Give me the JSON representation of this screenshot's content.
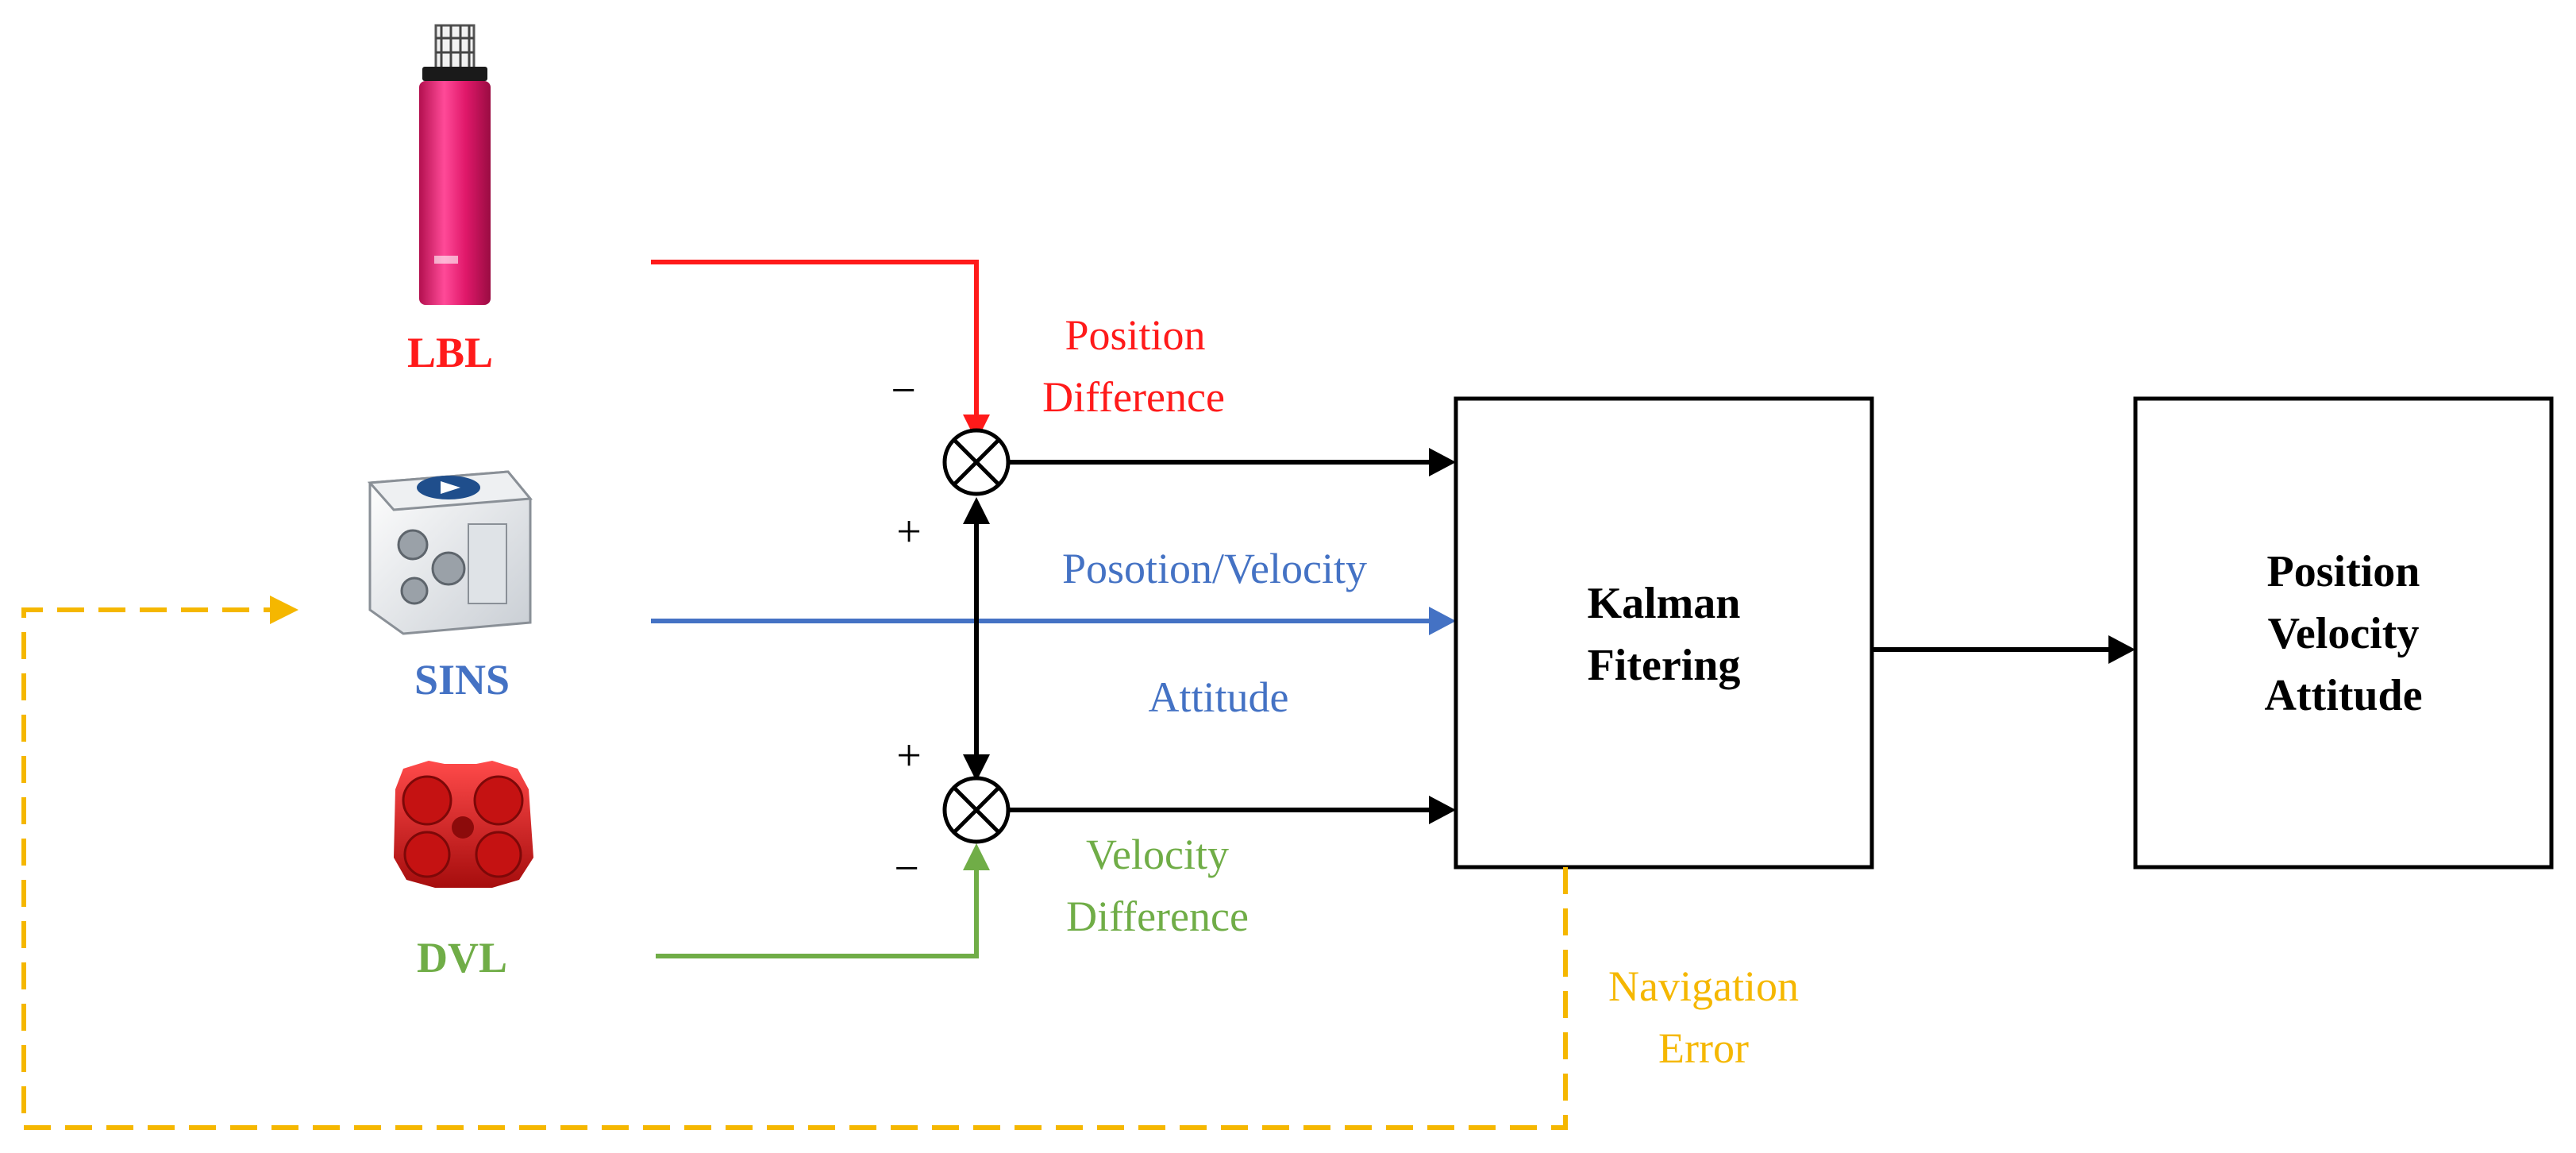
{
  "colors": {
    "lbl": "#ff1a1a",
    "sins": "#4472c4",
    "dvl": "#70ad47",
    "feedback": "#f5b700",
    "black": "#000000",
    "lbl_device_body": "#e0186a",
    "dvl_device_body": "#e11b1b"
  },
  "sensors": {
    "lbl": {
      "label": "LBL",
      "icon": "lbl-transponder-icon"
    },
    "sins": {
      "label": "SINS",
      "icon": "sins-imu-icon"
    },
    "dvl": {
      "label": "DVL",
      "icon": "dvl-sensor-icon"
    }
  },
  "summing_junctions": {
    "top": {
      "sign_top": "−",
      "sign_bottom": "+"
    },
    "bottom": {
      "sign_top": "+",
      "sign_bottom": "−"
    }
  },
  "labels": {
    "position_difference": {
      "line1": "Position",
      "line2": "Difference"
    },
    "posotion_velocity": "Posotion/Velocity",
    "attitude": "Attitude",
    "velocity_difference": {
      "line1": "Velocity",
      "line2": "Difference"
    },
    "navigation_error": {
      "line1": "Navigation",
      "line2": "Error"
    }
  },
  "blocks": {
    "kalman": {
      "line1": "Kalman",
      "line2": "Fitering"
    },
    "output": {
      "line1": "Position",
      "line2": "Velocity",
      "line3": "Attitude"
    }
  }
}
